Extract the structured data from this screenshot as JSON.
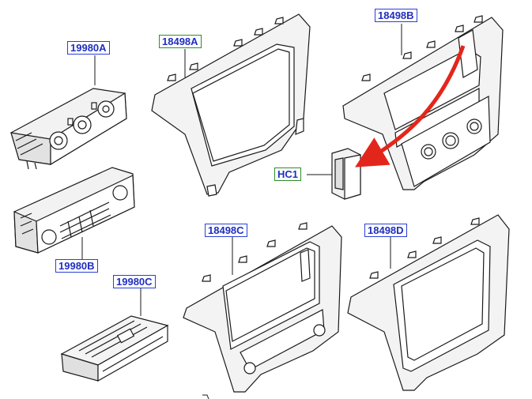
{
  "colors": {
    "label_text": "#1f2fbf",
    "label_border_blue": "#2a3fd9",
    "label_border_green": "#2e8b2e",
    "arrow": "#e3261b",
    "line": "#1a1a1a",
    "panel_shade": "#eeeeee"
  },
  "labels": {
    "p19980a": "19980A",
    "p18498a": "18498A",
    "p18498b": "18498B",
    "hc1": "HC1",
    "p19980b": "19980B",
    "p18498c": "18498C",
    "p18498d": "18498D",
    "p19980c": "19980C"
  }
}
